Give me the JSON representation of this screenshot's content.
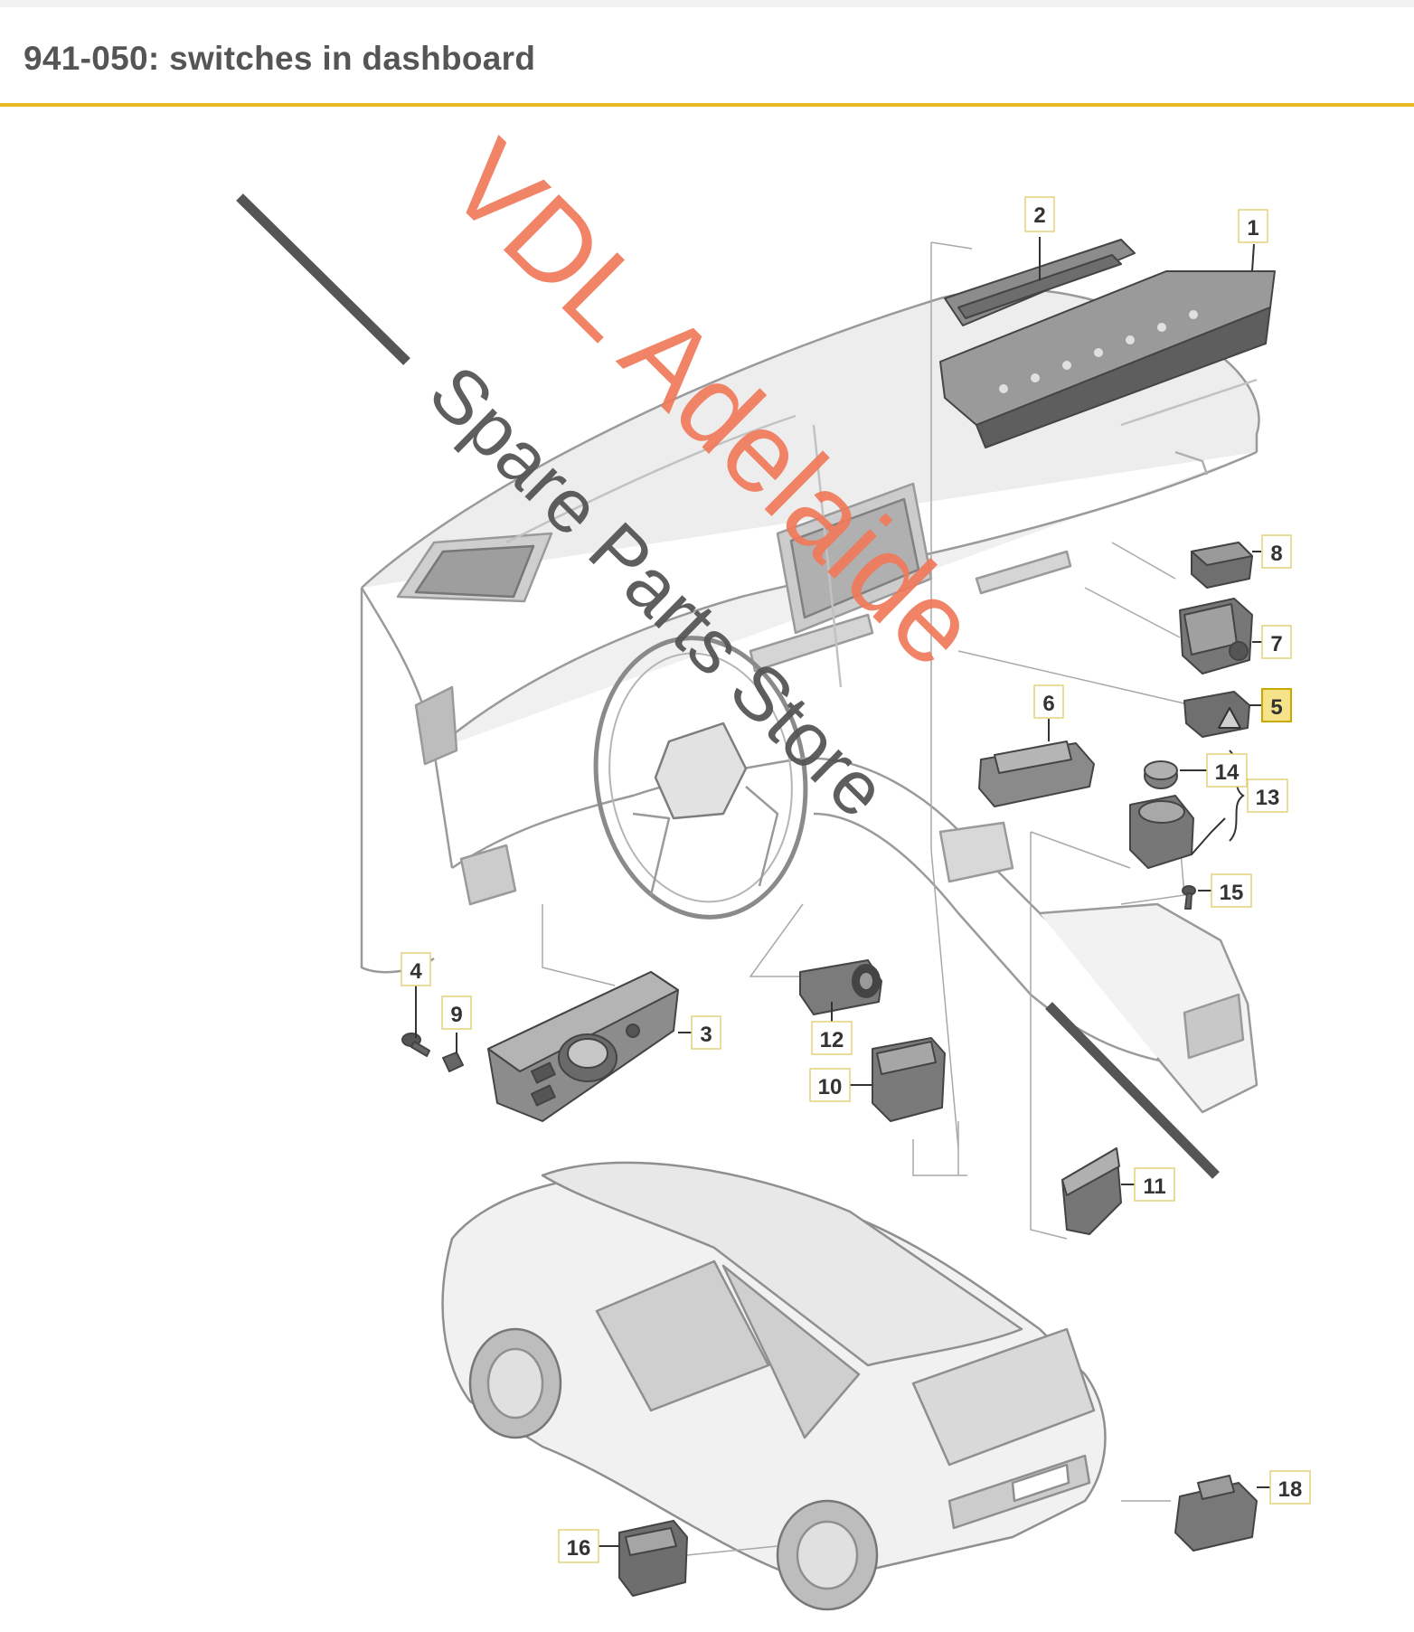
{
  "header": {
    "title": "941-050: switches in dashboard"
  },
  "watermark": {
    "line1": "VDL Adelaide",
    "line2": "Spare Parts Store",
    "line1_color": "#f07a5a",
    "line2_color": "#555555"
  },
  "colors": {
    "accent_rule": "#e8b820",
    "callout_highlight": "#f5e38a",
    "line_art": "#8a8a8a",
    "part_fill": "#7a7a7a"
  },
  "callouts": [
    {
      "id": "c1",
      "label": "1",
      "highlighted": false
    },
    {
      "id": "c2",
      "label": "2",
      "highlighted": false
    },
    {
      "id": "c3",
      "label": "3",
      "highlighted": false
    },
    {
      "id": "c4",
      "label": "4",
      "highlighted": false
    },
    {
      "id": "c5",
      "label": "5",
      "highlighted": true
    },
    {
      "id": "c6",
      "label": "6",
      "highlighted": false
    },
    {
      "id": "c7",
      "label": "7",
      "highlighted": false
    },
    {
      "id": "c8",
      "label": "8",
      "highlighted": false
    },
    {
      "id": "c9",
      "label": "9",
      "highlighted": false
    },
    {
      "id": "c10",
      "label": "10",
      "highlighted": false
    },
    {
      "id": "c11",
      "label": "11",
      "highlighted": false
    },
    {
      "id": "c12",
      "label": "12",
      "highlighted": false
    },
    {
      "id": "c13",
      "label": "13",
      "highlighted": false
    },
    {
      "id": "c14",
      "label": "14",
      "highlighted": false
    },
    {
      "id": "c15",
      "label": "15",
      "highlighted": false
    },
    {
      "id": "c16",
      "label": "16",
      "highlighted": false
    },
    {
      "id": "c18",
      "label": "18",
      "highlighted": false
    }
  ]
}
